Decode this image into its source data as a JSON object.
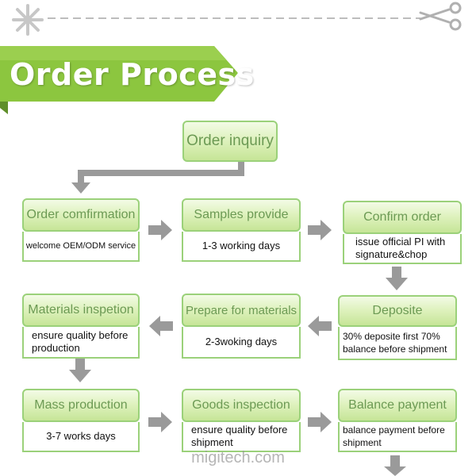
{
  "banner": {
    "title": "Order Process"
  },
  "steps": [
    {
      "title": "Order inquiry"
    },
    {
      "title": "Order comfirmation",
      "detail": "welcome OEM/ODM service"
    },
    {
      "title": "Samples provide",
      "detail": "1-3 working days"
    },
    {
      "title": "Confirm order",
      "detail": "issue official PI with signature&chop"
    },
    {
      "title": "Deposite",
      "detail": "30% deposite first 70% balance before shipment"
    },
    {
      "title": "Prepare for materials",
      "detail": "2-3woking days"
    },
    {
      "title": "Materials inspetion",
      "detail": "ensure quality before production"
    },
    {
      "title": "Mass production",
      "detail": "3-7 works days"
    },
    {
      "title": "Goods inspection",
      "detail": "ensure quality before shipment"
    },
    {
      "title": "Balance payment",
      "detail": "balance payment before shipment"
    }
  ],
  "watermark": "migitech.com",
  "colors": {
    "banner": "#8cc63f",
    "box_border": "#9bd17a",
    "header_text": "#6c9a54",
    "arrow": "#9a9a9a",
    "cut_line": "#bdbdbd"
  },
  "icons": [
    "snowflake-icon",
    "scissors-icon"
  ]
}
